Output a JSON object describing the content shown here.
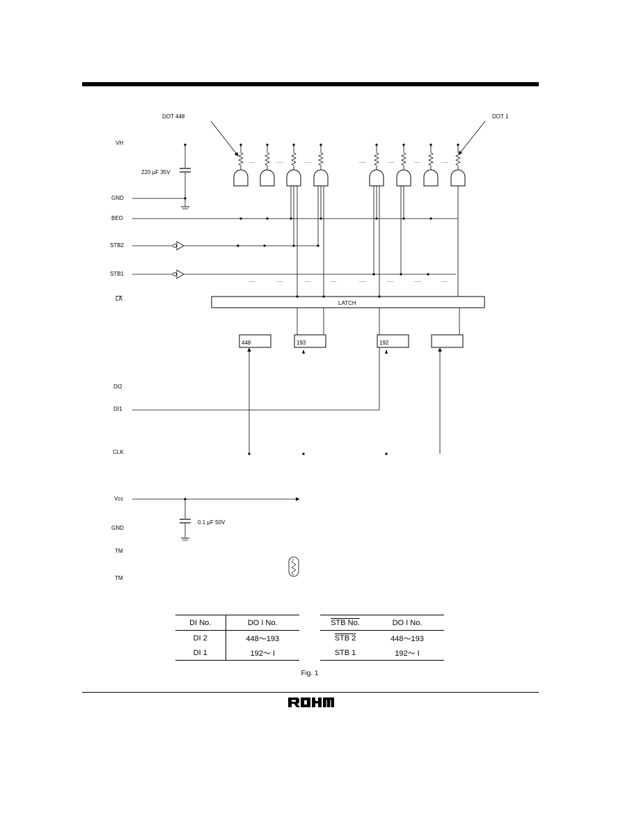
{
  "diagram": {
    "dot_labels": {
      "left": "DOT  448",
      "right": "DOT  1"
    },
    "signals": {
      "vh": "VH",
      "gnd_top": "GND",
      "beo": "BEO",
      "stb2": "STB2",
      "stb1": "STB1",
      "la": "LA",
      "di2": "DI2",
      "di1": "DI1",
      "clk": "CLK",
      "vcc": "Vcc",
      "gnd_bottom": "GND",
      "tm1": "TM",
      "tm2": "TM"
    },
    "cap_top": "220 μF 35V",
    "cap_bottom": "0.1 μF 50V",
    "latch_label": "LATCH",
    "registers": [
      "448",
      "193",
      "192",
      ""
    ],
    "dots_label": "....."
  },
  "tables": {
    "di": {
      "headers": [
        "DI No.",
        "DO I  No."
      ],
      "rows": [
        [
          "DI 2",
          "448〜193"
        ],
        [
          "DI 1",
          "192〜    I"
        ]
      ]
    },
    "stb": {
      "headers": [
        "STB No.",
        "DO I  No."
      ],
      "rows": [
        [
          "STB 2",
          "448〜193"
        ],
        [
          "STB 1",
          "192〜    I"
        ]
      ]
    }
  },
  "caption": "Fig. 1",
  "logo_text": "ROHM"
}
